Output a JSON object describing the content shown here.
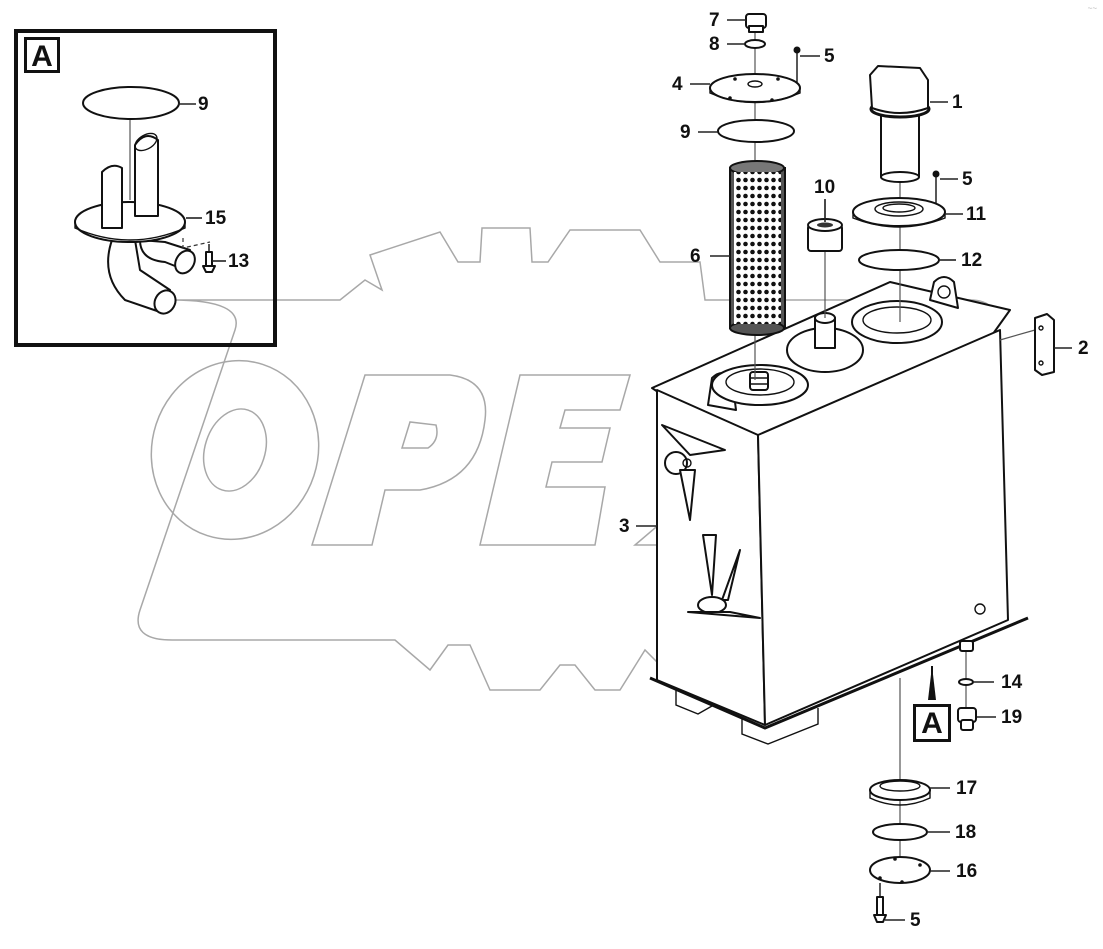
{
  "diagram": {
    "type": "exploded-parts-view",
    "subject": "hydraulic tank assembly",
    "watermark_text": "OPEX",
    "corner_mark": "~~",
    "colors": {
      "line": "#111111",
      "watermark": "#a8a8a8",
      "background": "#ffffff"
    }
  },
  "inset": {
    "view_label": "A",
    "callouts": [
      {
        "id": "inset-9",
        "number": "9",
        "part": "gasket"
      },
      {
        "id": "inset-15",
        "number": "15",
        "part": "suction pipe flange"
      },
      {
        "id": "inset-13",
        "number": "13",
        "part": "screw"
      }
    ]
  },
  "main": {
    "view_marker_label": "A",
    "callouts": [
      {
        "id": "c7",
        "number": "7",
        "part": "plug"
      },
      {
        "id": "c8",
        "number": "8",
        "part": "seal washer"
      },
      {
        "id": "c5a",
        "number": "5",
        "part": "screw"
      },
      {
        "id": "c4",
        "number": "4",
        "part": "cover plate"
      },
      {
        "id": "c9",
        "number": "9",
        "part": "gasket"
      },
      {
        "id": "c1",
        "number": "1",
        "part": "filler breather"
      },
      {
        "id": "c5b",
        "number": "5",
        "part": "screw"
      },
      {
        "id": "c11",
        "number": "11",
        "part": "filler flange"
      },
      {
        "id": "c10",
        "number": "10",
        "part": "sight gauge / sensor"
      },
      {
        "id": "c6",
        "number": "6",
        "part": "strainer"
      },
      {
        "id": "c12",
        "number": "12",
        "part": "gasket"
      },
      {
        "id": "c2",
        "number": "2",
        "part": "bracket"
      },
      {
        "id": "c3",
        "number": "3",
        "part": "tank"
      },
      {
        "id": "c14",
        "number": "14",
        "part": "seal ring"
      },
      {
        "id": "c19",
        "number": "19",
        "part": "drain plug"
      },
      {
        "id": "c17",
        "number": "17",
        "part": "spacer ring"
      },
      {
        "id": "c18",
        "number": "18",
        "part": "gasket"
      },
      {
        "id": "c16",
        "number": "16",
        "part": "bottom cover"
      },
      {
        "id": "c5c",
        "number": "5",
        "part": "screw"
      }
    ]
  }
}
